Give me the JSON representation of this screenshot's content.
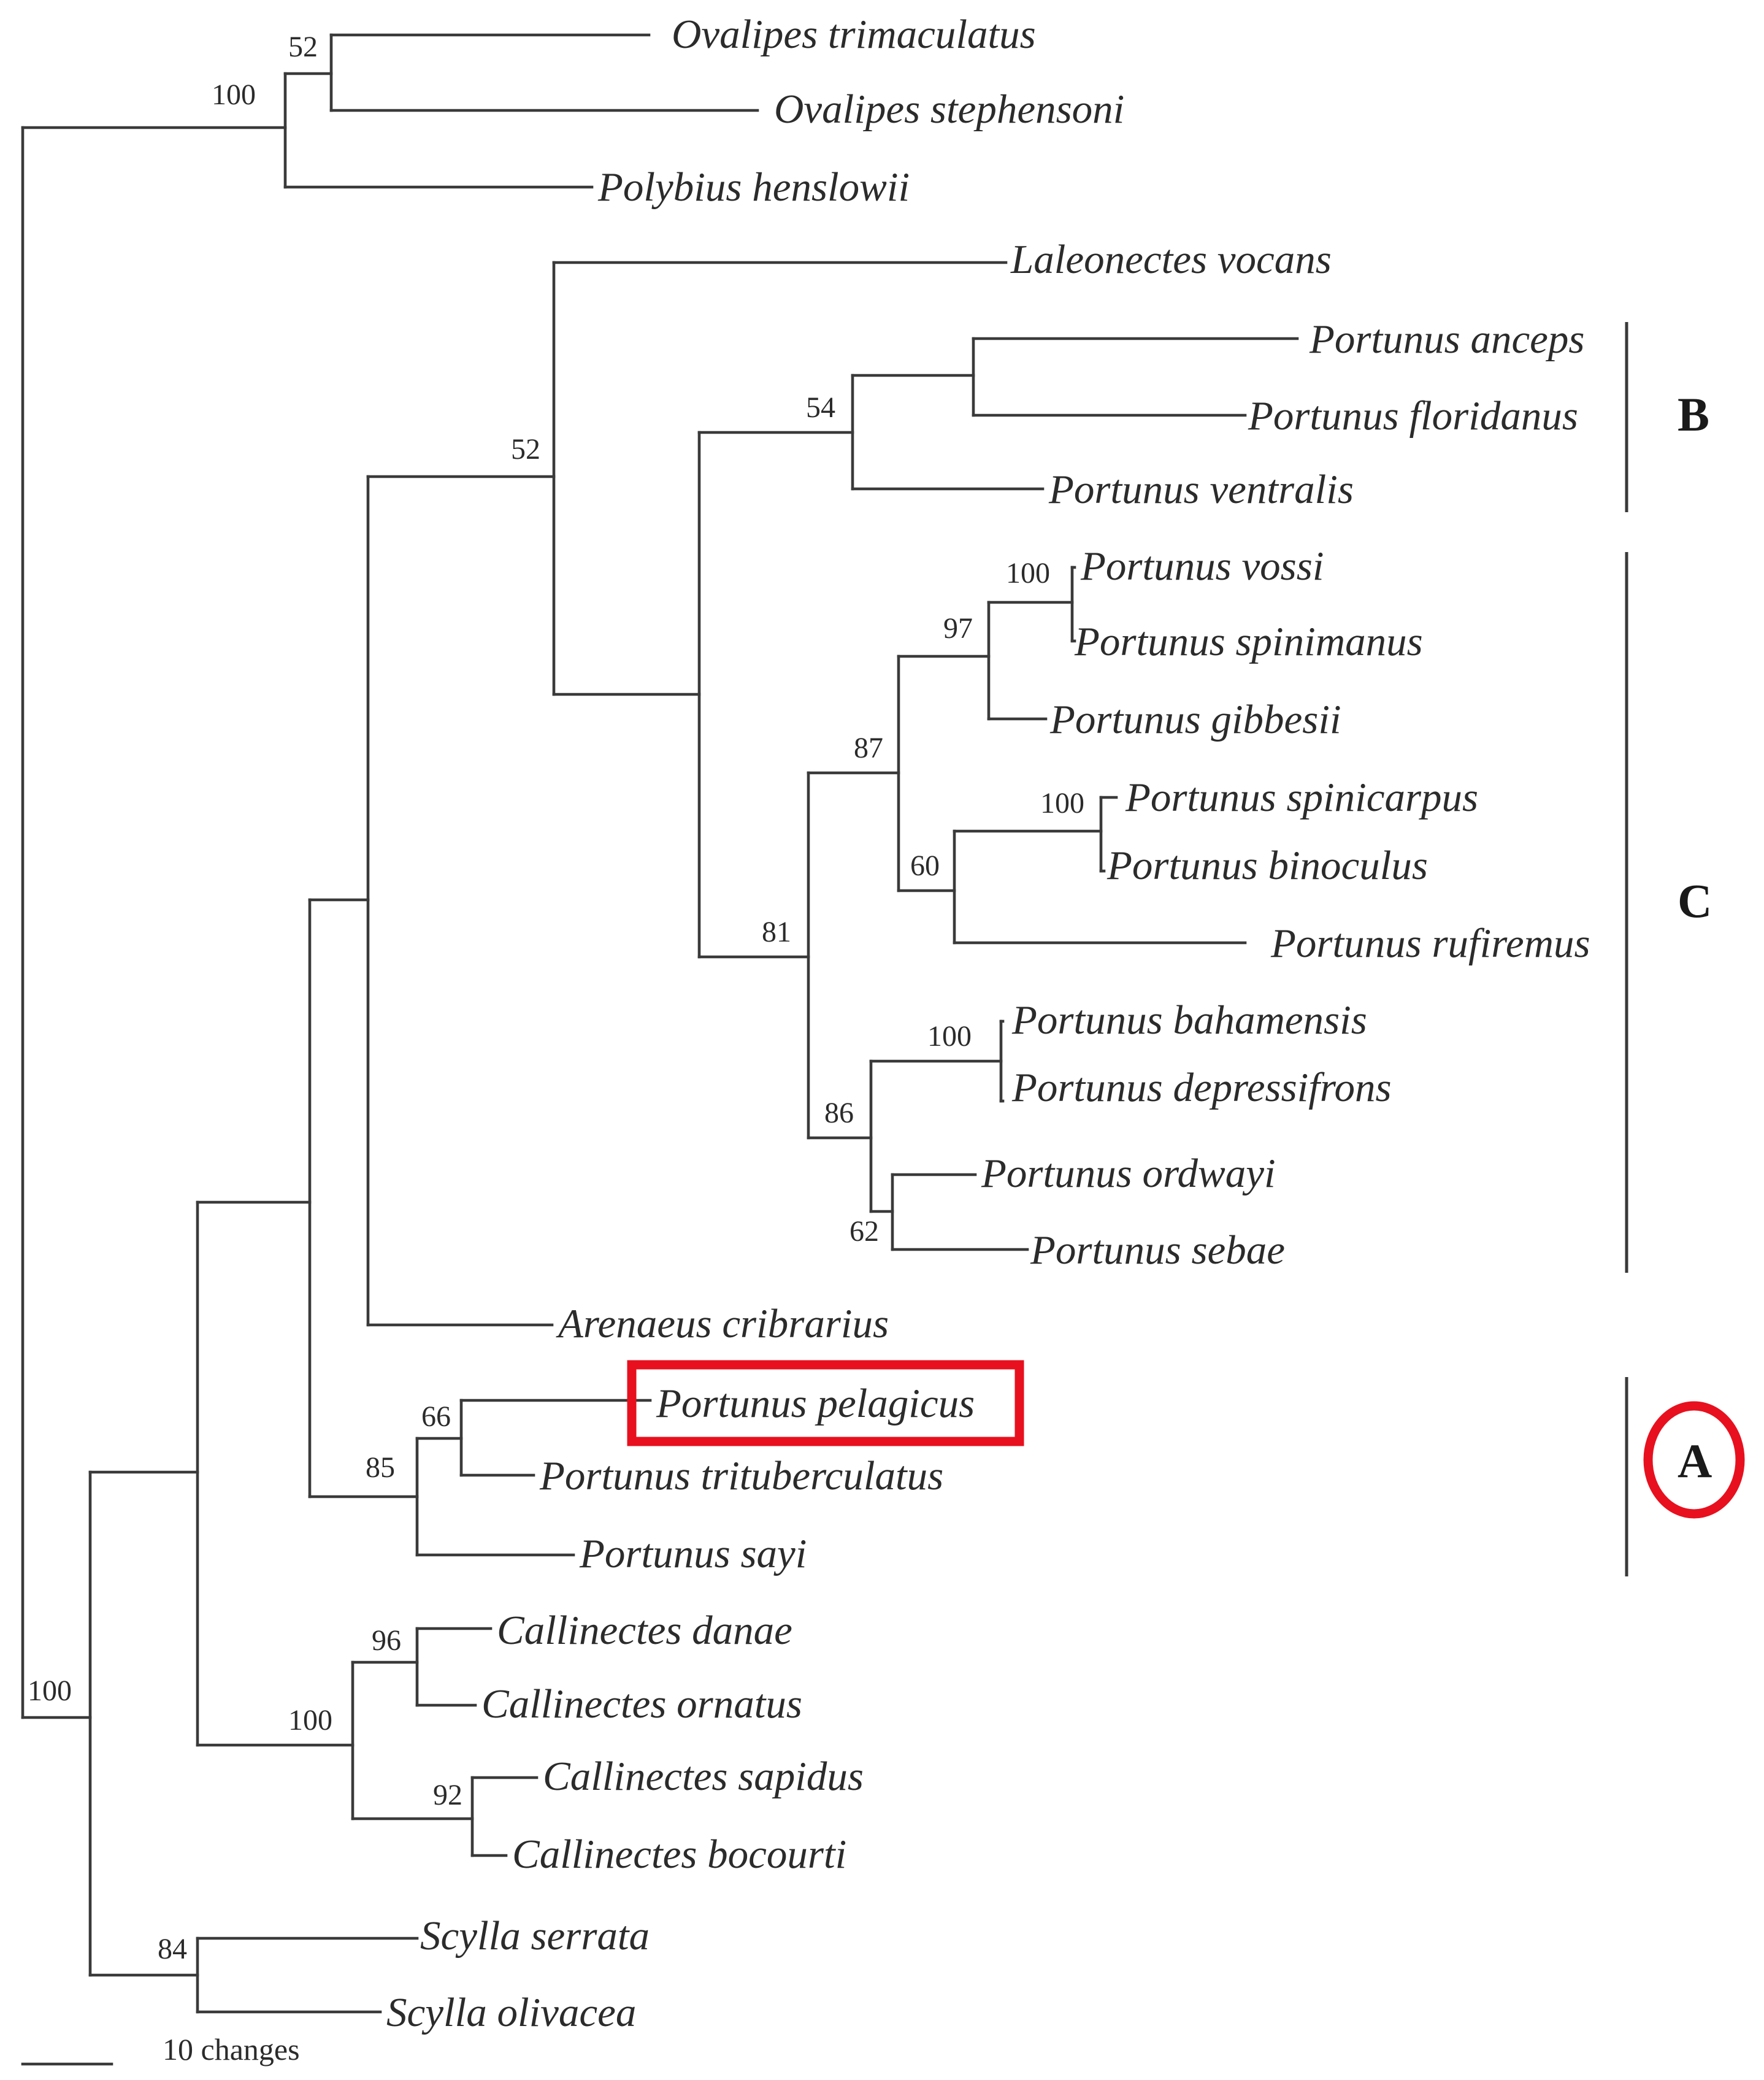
{
  "taxa": {
    "ovalipes_trimaculatus": "Ovalipes trimaculatus",
    "ovalipes_stephensoni": "Ovalipes stephensoni",
    "polybius_henslowii": "Polybius henslowii",
    "laleonectes_vocans": "Laleonectes vocans",
    "portunus_anceps": "Portunus anceps",
    "portunus_floridanus": "Portunus floridanus",
    "portunus_ventralis": "Portunus ventralis",
    "portunus_vossi": "Portunus vossi",
    "portunus_spinimanus": "Portunus spinimanus",
    "portunus_gibbesii": "Portunus gibbesii",
    "portunus_spinicarpus": "Portunus spinicarpus",
    "portunus_binoculus": "Portunus binoculus",
    "portunus_rufiremus": "Portunus rufiremus",
    "portunus_bahamensis": "Portunus bahamensis",
    "portunus_depressifrons": "Portunus depressifrons",
    "portunus_ordwayi": "Portunus ordwayi",
    "portunus_sebae": "Portunus sebae",
    "arenaeus_cribrarius": "Arenaeus cribrarius",
    "portunus_pelagicus": "Portunus pelagicus",
    "portunus_trituberculatus": "Portunus trituberculatus",
    "portunus_sayi": "Portunus sayi",
    "callinectes_danae": "Callinectes danae",
    "callinectes_ornatus": "Callinectes ornatus",
    "callinectes_sapidus": "Callinectes sapidus",
    "callinectes_bocourti": "Callinectes bocourti",
    "scylla_serrata": "Scylla serrata",
    "scylla_olivacea": "Scylla olivacea"
  },
  "support": {
    "ovalipes": "52",
    "ovalipes_polybius": "100",
    "laleonectes_group": "52",
    "clade_b": "54",
    "vossi_spinimanus": "100",
    "vossi_gibbesii": "97",
    "clade_c_upper": "87",
    "spinicarpus_binoculus": "100",
    "spinicarpus_rufiremus": "60",
    "clade_c": "81",
    "bahamensis_depressifrons": "100",
    "clade_c_lower": "86",
    "ordwayi_sebae": "62",
    "pelagicus_trituberculatus": "66",
    "clade_a": "85",
    "danae_ornatus": "96",
    "callinectes": "100",
    "sapidus_bocourti": "92",
    "ingroup": "100",
    "scylla": "84"
  },
  "clades": {
    "b": "B",
    "c": "C",
    "a": "A"
  },
  "scale_bar_label": "10 changes",
  "colors": {
    "highlight": "#e8101e",
    "branch": "#3a3a3a",
    "text": "#2b2b2b"
  }
}
